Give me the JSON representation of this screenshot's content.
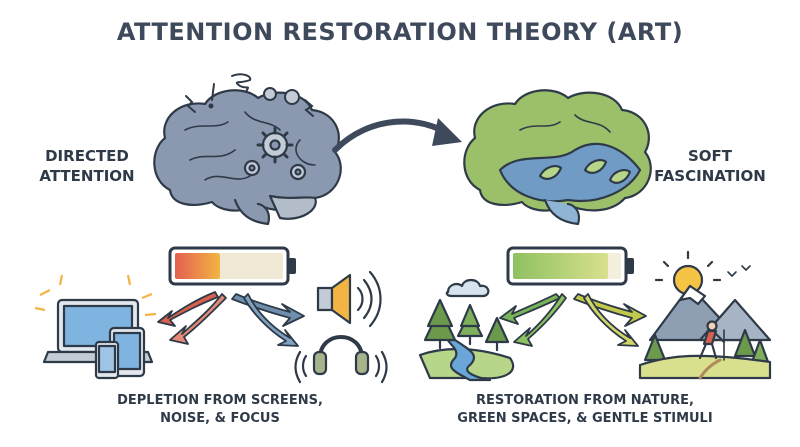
{
  "title": "ATTENTION RESTORATION THEORY (ART)",
  "left": {
    "label_line1": "DIRECTED",
    "label_line2": "ATTENTION",
    "caption_line1": "DEPLETION FROM SCREENS,",
    "caption_line2": "NOISE, & FOCUS",
    "battery_level": 0.42
  },
  "right": {
    "label_line1": "SOFT",
    "label_line2": "FASCINATION",
    "caption_line1": "RESTORATION FROM NATURE,",
    "caption_line2": "GREEN SPACES, & GENTLE STIMULI",
    "battery_level": 0.88
  },
  "colors": {
    "stroke": "#2f3a48",
    "brain_left": "#8a99b0",
    "brain_left_light": "#c3cbd6",
    "brain_right_green": "#9cc06a",
    "brain_right_blue": "#6f9bc4",
    "battery_low_a": "#e45f4f",
    "battery_low_b": "#f2b544",
    "battery_high_a": "#8ec161",
    "battery_high_b": "#d9e08d",
    "arrow_red": "#d7614e",
    "arrow_blue": "#6f8fae",
    "arrow_green": "#78b45a",
    "arrow_lime": "#c2c94a",
    "screen_blue": "#7fb3e0",
    "tree_green": "#6b9a4c",
    "water_blue": "#6aa6d8",
    "sun_yellow": "#f6c444",
    "mountain_gray": "#8f9fb3"
  },
  "icons": {
    "left_brain": "gears-brain-icon",
    "right_brain": "leafy-brain-icon",
    "transition": "curved-arrow-icon",
    "devices": "laptop-tablet-phone-icon",
    "speaker": "speaker-icon",
    "headphones": "headphones-icon",
    "forest": "forest-river-icon",
    "hiker": "hiker-mountain-icon"
  }
}
